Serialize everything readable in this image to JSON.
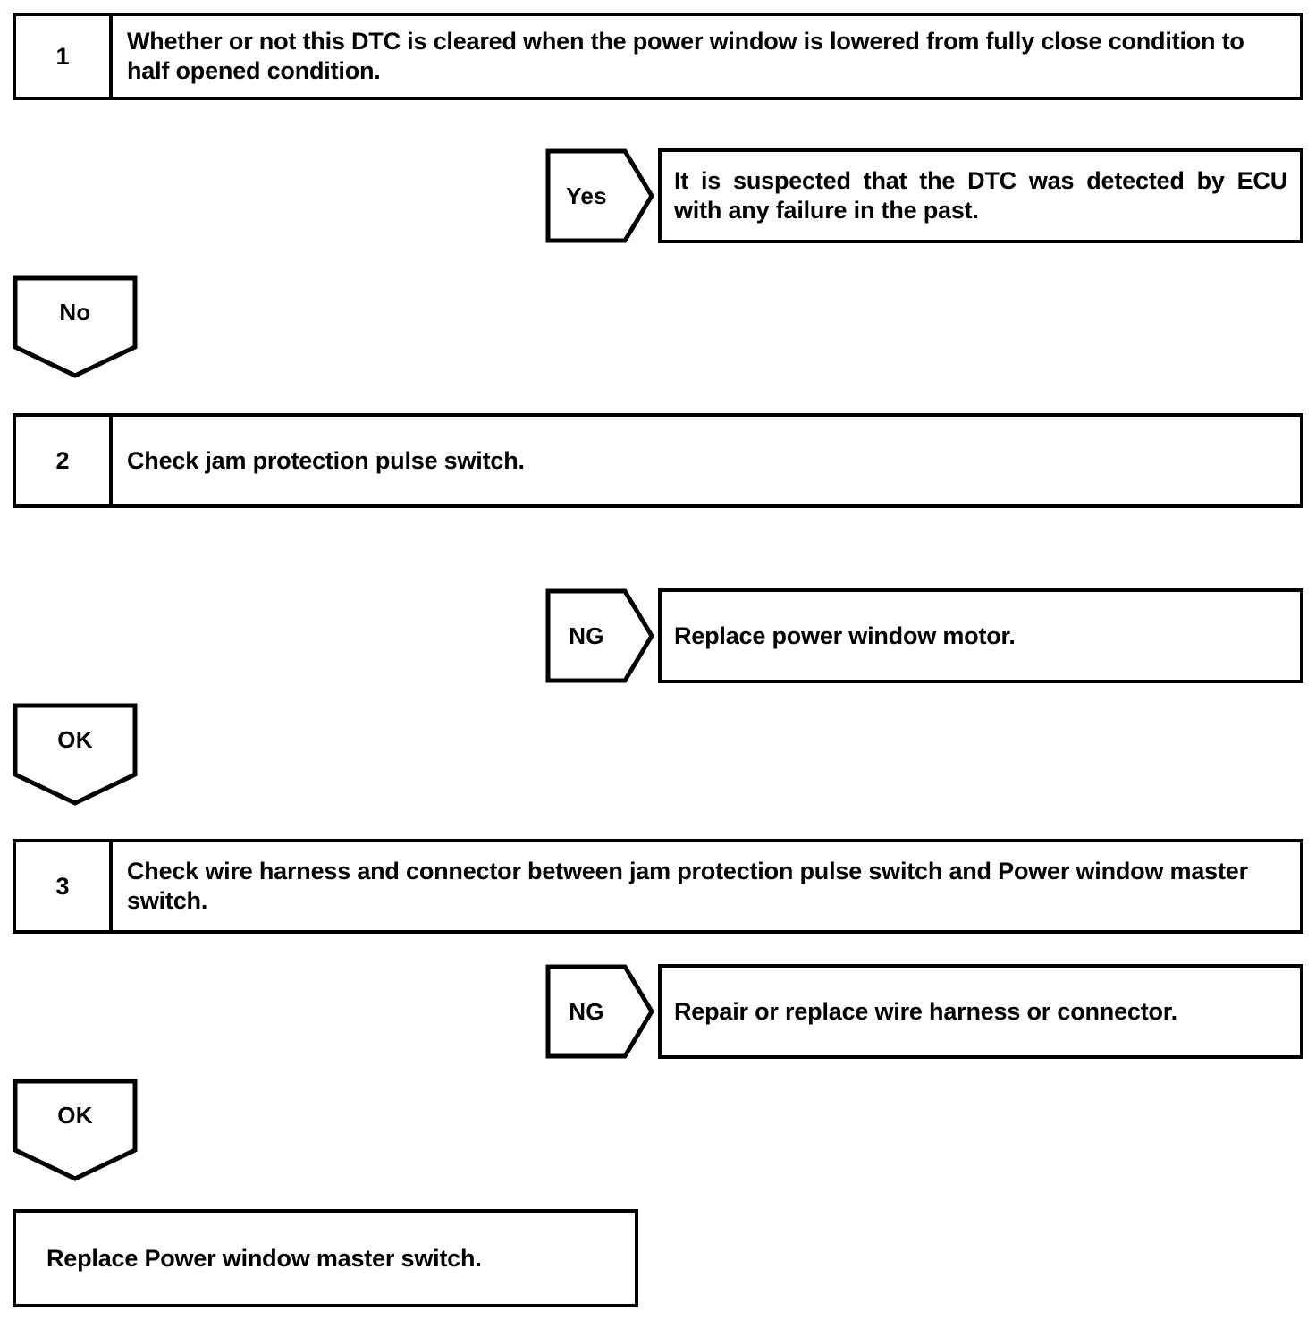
{
  "document": {
    "type": "diagnostic-flowchart",
    "title": "",
    "background_color": "#ffffff",
    "line_color": "#000000",
    "text_color": "#000000"
  },
  "steps": [
    {
      "number": "1",
      "text": "Whether or not this DTC is cleared when the power window is lowered from fully close condition to half opened condition."
    },
    {
      "number": "2",
      "text": "Check jam protection pulse switch."
    },
    {
      "number": "3",
      "text": "Check wire harness and connector between jam protection pulse switch and Power window master switch."
    }
  ],
  "branches": [
    {
      "tag": "Yes",
      "direction": "right",
      "result": "It is suspected that the DTC was detected by ECU with any failure in the past."
    },
    {
      "tag": "No",
      "direction": "down",
      "result": ""
    },
    {
      "tag": "NG",
      "direction": "right",
      "result": "Replace power window motor."
    },
    {
      "tag": "OK",
      "direction": "down",
      "result": ""
    },
    {
      "tag": "NG",
      "direction": "right",
      "result": "Repair or replace wire harness or connector."
    },
    {
      "tag": "OK",
      "direction": "down",
      "result": ""
    }
  ],
  "final": {
    "text": "Replace Power window master switch."
  }
}
